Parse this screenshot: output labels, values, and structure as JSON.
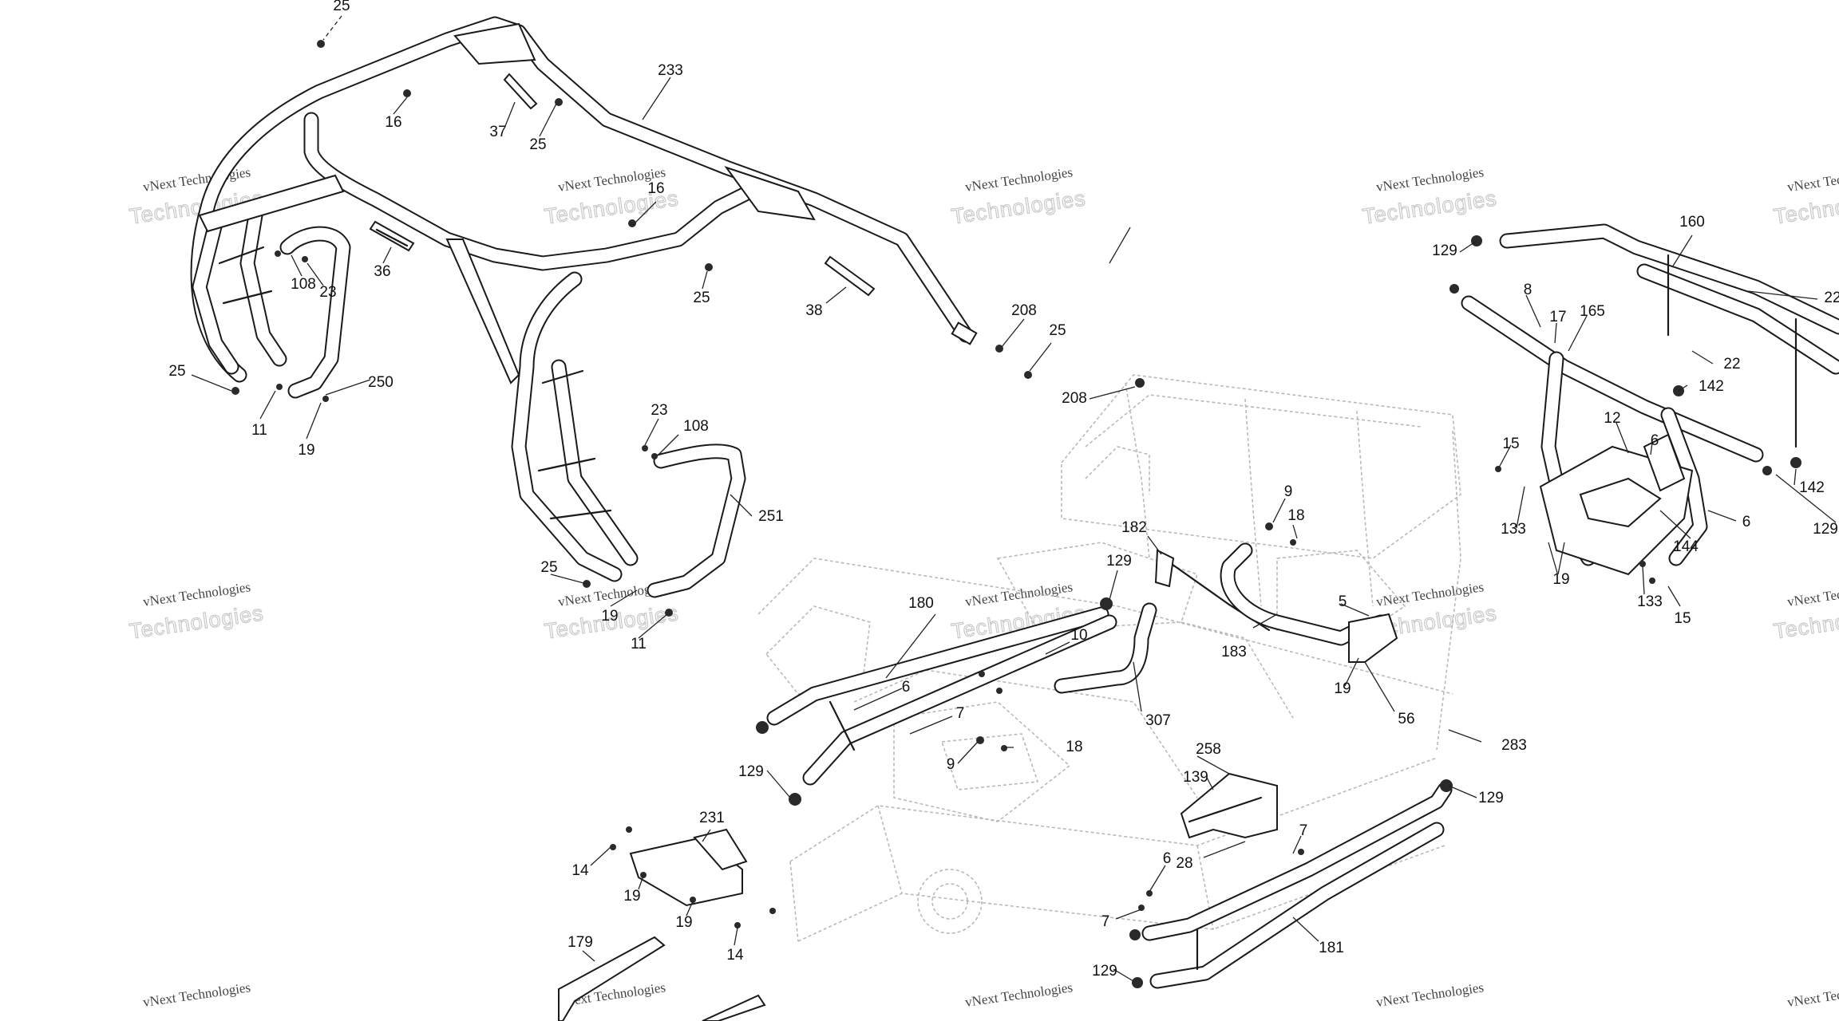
{
  "watermark": {
    "line1": "vNext Technologies",
    "line2": "Technologies"
  },
  "callouts": [
    {
      "id": "c1",
      "label": "25"
    },
    {
      "id": "c2",
      "label": "16"
    },
    {
      "id": "c3",
      "label": "233"
    },
    {
      "id": "c4",
      "label": "37"
    },
    {
      "id": "c5",
      "label": "25"
    },
    {
      "id": "c6",
      "label": "16"
    },
    {
      "id": "c7",
      "label": "108"
    },
    {
      "id": "c8",
      "label": "23"
    },
    {
      "id": "c9",
      "label": "36"
    },
    {
      "id": "c10",
      "label": "25"
    },
    {
      "id": "c11",
      "label": "38"
    },
    {
      "id": "c12",
      "label": "208"
    },
    {
      "id": "c13",
      "label": "25"
    },
    {
      "id": "c14",
      "label": "208"
    },
    {
      "id": "c15",
      "label": "25"
    },
    {
      "id": "c16",
      "label": "250"
    },
    {
      "id": "c17",
      "label": "11"
    },
    {
      "id": "c18",
      "label": "19"
    },
    {
      "id": "c19",
      "label": "23"
    },
    {
      "id": "c20",
      "label": "108"
    },
    {
      "id": "c21",
      "label": "251"
    },
    {
      "id": "c22",
      "label": "25"
    },
    {
      "id": "c23",
      "label": "19"
    },
    {
      "id": "c24",
      "label": "11"
    },
    {
      "id": "c25",
      "label": "129"
    },
    {
      "id": "c26",
      "label": "160"
    },
    {
      "id": "c27",
      "label": "8"
    },
    {
      "id": "c28",
      "label": "17"
    },
    {
      "id": "c29",
      "label": "165"
    },
    {
      "id": "c30",
      "label": "22"
    },
    {
      "id": "c31",
      "label": "22"
    },
    {
      "id": "c32",
      "label": "142"
    },
    {
      "id": "c33",
      "label": "12"
    },
    {
      "id": "c34",
      "label": "6"
    },
    {
      "id": "c35",
      "label": "15"
    },
    {
      "id": "c36",
      "label": "142"
    },
    {
      "id": "c37",
      "label": "129"
    },
    {
      "id": "c38",
      "label": "6"
    },
    {
      "id": "c39",
      "label": "133"
    },
    {
      "id": "c40",
      "label": "144"
    },
    {
      "id": "c41",
      "label": "19"
    },
    {
      "id": "c42",
      "label": "133"
    },
    {
      "id": "c43",
      "label": "15"
    },
    {
      "id": "c44",
      "label": "9"
    },
    {
      "id": "c45",
      "label": "18"
    },
    {
      "id": "c46",
      "label": "182"
    },
    {
      "id": "c47",
      "label": "129"
    },
    {
      "id": "c48",
      "label": "5"
    },
    {
      "id": "c49",
      "label": "180"
    },
    {
      "id": "c50",
      "label": "10"
    },
    {
      "id": "c51",
      "label": "183"
    },
    {
      "id": "c52",
      "label": "19"
    },
    {
      "id": "c53",
      "label": "56"
    },
    {
      "id": "c54",
      "label": "6"
    },
    {
      "id": "c55",
      "label": "7"
    },
    {
      "id": "c56",
      "label": "307"
    },
    {
      "id": "c57",
      "label": "18"
    },
    {
      "id": "c58",
      "label": "9"
    },
    {
      "id": "c59",
      "label": "283"
    },
    {
      "id": "c60",
      "label": "129"
    },
    {
      "id": "c61",
      "label": "258"
    },
    {
      "id": "c62",
      "label": "139"
    },
    {
      "id": "c63",
      "label": "129"
    },
    {
      "id": "c64",
      "label": "231"
    },
    {
      "id": "c65",
      "label": "7"
    },
    {
      "id": "c66",
      "label": "14"
    },
    {
      "id": "c67",
      "label": "6"
    },
    {
      "id": "c68",
      "label": "28"
    },
    {
      "id": "c69",
      "label": "19"
    },
    {
      "id": "c70",
      "label": "7"
    },
    {
      "id": "c71",
      "label": "19"
    },
    {
      "id": "c72",
      "label": "181"
    },
    {
      "id": "c73",
      "label": "179"
    },
    {
      "id": "c74",
      "label": "14"
    },
    {
      "id": "c75",
      "label": "129"
    }
  ]
}
